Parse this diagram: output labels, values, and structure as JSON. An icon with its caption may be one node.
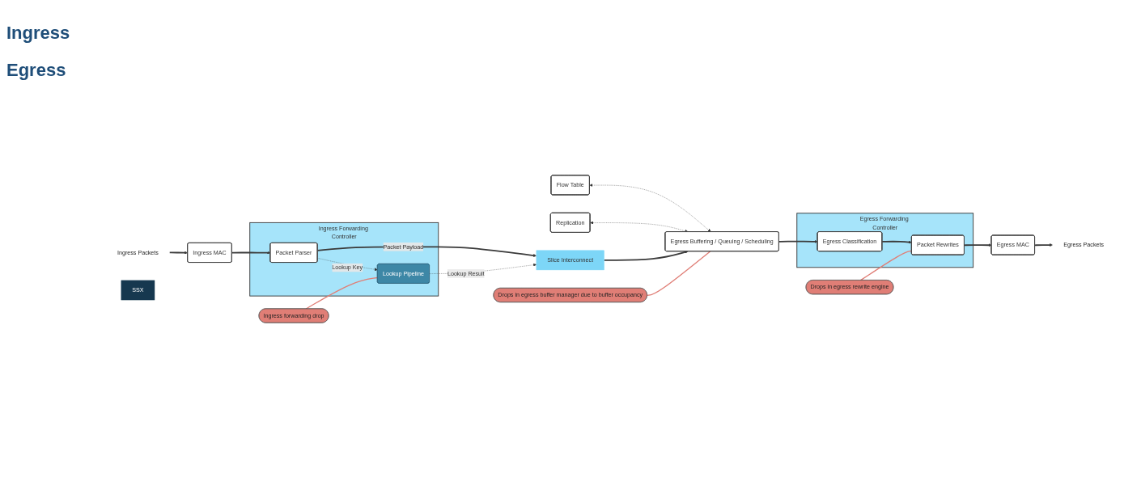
{
  "diagram": {
    "nodes": [
      {
        "text": [
          "Ingress Packets"
        ]
      },
      {
        "text": [
          "Ingress MAC"
        ]
      },
      {
        "text": [
          "Ingress Forwarding Controller"
        ]
      },
      {
        "text": [
          "Packet Parser"
        ],
        "in": 2
      },
      {
        "text": [
          "Lookup Pipeline"
        ],
        "in": 2
      },
      {
        "text": [
          "SSX"
        ]
      },
      {
        "text": [
          "Slice Interconnect"
        ]
      },
      {
        "text": [
          "Flow Table"
        ]
      },
      {
        "text": [
          "Replication"
        ]
      },
      {
        "text": [
          "Egress Buffering / Queuing / Scheduling"
        ]
      },
      {
        "text": [
          "Egress Forwarding Controller"
        ]
      },
      {
        "text": [
          "Egress Classification"
        ],
        "in": 10
      },
      {
        "text": [
          "Packet Rewrites"
        ],
        "in": 10
      },
      {
        "text": [
          "Egress MAC"
        ]
      },
      {
        "text": [
          "Egress Packets"
        ]
      },
      {
        "text": [
          "Ingress forwarding drop"
        ]
      },
      {
        "text": [
          "Drops in egress rewrite engine"
        ]
      },
      {
        "text": [
          "Drops in egress buffer manager due to buffer occupancy"
        ]
      }
    ],
    "edges": [
      {
        "from": 0,
        "to": 1,
        "arrow": "to"
      },
      {
        "from": 1,
        "to": 3,
        "arrow": "to"
      },
      {
        "from": 3,
        "to": 6,
        "arrow": "to",
        "label": "Packet Payload"
      },
      {
        "from": 3,
        "to": 4,
        "arrow": "to",
        "label": "Lookup Key",
        "style": "dashed"
      },
      {
        "from": 4,
        "to": 6,
        "arrow": "to",
        "label": "Lookup Result",
        "style": "dashed"
      },
      {
        "from": 7,
        "to": 9,
        "arrow": "both",
        "style": "dashed"
      },
      {
        "from": 8,
        "to": 9,
        "arrow": "both",
        "style": "dashed"
      },
      {
        "from": 6,
        "to": 9,
        "arrow": "to"
      },
      {
        "from": 9,
        "to": 11,
        "arrow": "to"
      },
      {
        "from": 11,
        "to": 12,
        "arrow": "to"
      },
      {
        "from": 12,
        "to": 13,
        "arrow": "to"
      },
      {
        "from": 13,
        "to": 14,
        "arrow": "to"
      },
      {
        "from": 15,
        "to": 4,
        "arrow": "none",
        "color": "#e07e76"
      },
      {
        "from": 16,
        "to": 12,
        "arrow": "none",
        "color": "#e07e76"
      },
      {
        "from": 17,
        "to": 9,
        "arrow": "none",
        "color": "#e07e76"
      }
    ],
    "labels": [
      "Ingress",
      "Egress"
    ]
  }
}
